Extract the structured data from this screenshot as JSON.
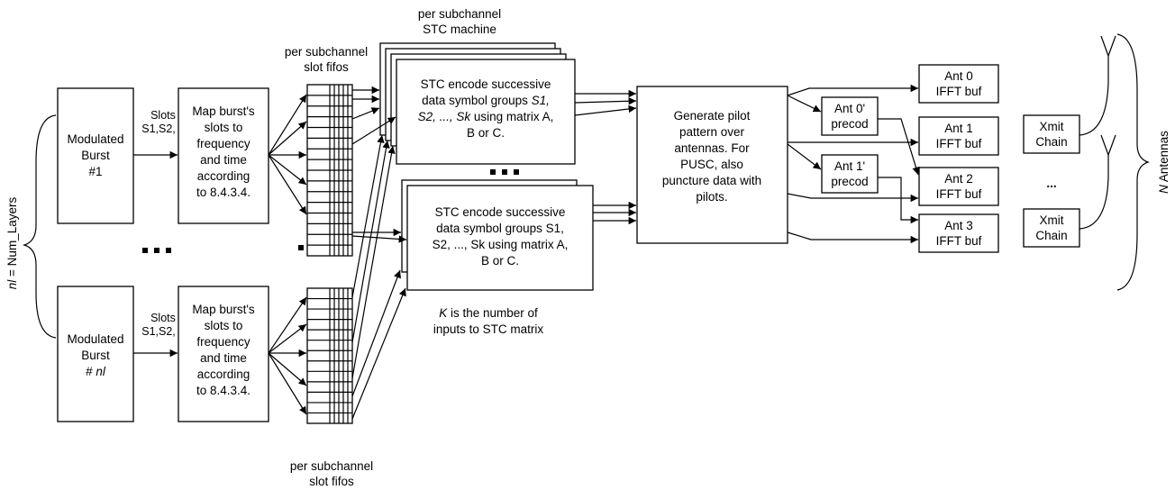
{
  "layers_label": {
    "nl": "nl",
    "rest": " = Num_Layers"
  },
  "burst1": {
    "lines": [
      "Modulated",
      "Burst",
      "#1"
    ]
  },
  "burstN": {
    "line1": "Modulated",
    "line2": "Burst",
    "hash": "# ",
    "nl": "nl"
  },
  "slots_label": [
    "Slots",
    "S1,S2,"
  ],
  "map_box": {
    "lines": [
      "Map burst's",
      "slots to",
      "frequency",
      "and time",
      "according",
      "to 8.4.3.4."
    ]
  },
  "fifo_label_top": [
    "per subchannel",
    "slot fifos"
  ],
  "fifo_label_bottom": [
    "per subchannel",
    "slot fifos"
  ],
  "stc_machine_label": [
    "per subchannel",
    "STC machine"
  ],
  "stc_top": {
    "line1": "STC encode successive",
    "line2": "data symbol groups ",
    "line2_i": "S1,",
    "line3_i1": "S2, ..., Sk",
    "line3": " using matrix A,",
    "line4": "B or C."
  },
  "stc_bottom": {
    "lines": [
      "STC encode successive",
      "data symbol groups S1,",
      "S2, ..., Sk using matrix A,",
      "B or C."
    ]
  },
  "k_note": {
    "k": "K",
    "line1": " is the number of",
    "line2": "inputs to STC matrix"
  },
  "pilot_box": {
    "lines": [
      "Generate pilot",
      "pattern over",
      "antennas. For",
      "PUSC, also",
      "puncture data with",
      "pilots."
    ]
  },
  "precod": [
    {
      "lines": [
        "Ant 0'",
        "precod"
      ]
    },
    {
      "lines": [
        "Ant 1'",
        "precod"
      ]
    }
  ],
  "ant_bufs": [
    {
      "lines": [
        "Ant 0",
        "IFFT  buf"
      ]
    },
    {
      "lines": [
        "Ant 1",
        "IFFT  buf"
      ]
    },
    {
      "lines": [
        "Ant 2",
        "IFFT  buf"
      ]
    },
    {
      "lines": [
        "Ant 3",
        "IFFT  buf"
      ]
    }
  ],
  "xmit": [
    {
      "lines": [
        "Xmit",
        "Chain"
      ]
    },
    {
      "lines": [
        "Xmit",
        "Chain"
      ]
    }
  ],
  "xmit_ellipsis": "...",
  "antennas_label": {
    "n": "N",
    "rest": "  Antennas"
  }
}
